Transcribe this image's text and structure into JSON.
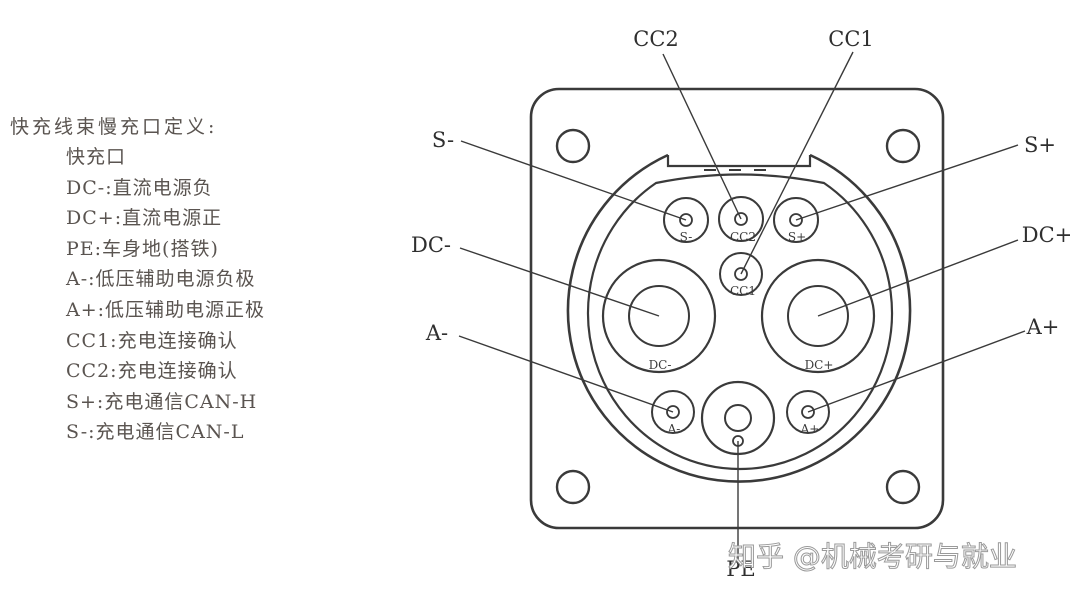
{
  "legend": {
    "heading": "快充线束慢充口定义:",
    "items": [
      "快充口",
      "DC-:直流电源负",
      "DC+:直流电源正",
      "PE:车身地(搭铁)",
      "A-:低压辅助电源负极",
      "A+:低压辅助电源正极",
      "CC1:充电连接确认",
      "CC2:充电连接确认",
      "S+:充电通信CAN-H",
      "S-:充电通信CAN-L"
    ]
  },
  "callouts": {
    "cc2": "CC2",
    "cc1": "CC1",
    "s_minus": "S-",
    "s_plus": "S+",
    "dc_minus": "DC-",
    "dc_plus": "DC+",
    "a_minus": "A-",
    "a_plus": "A+",
    "pe": "PE"
  },
  "pin_labels": {
    "s_minus": "S-",
    "cc2": "CC2",
    "s_plus": "S+",
    "cc1": "CC1",
    "dc_minus": "DC-",
    "dc_plus": "DC+",
    "a_minus": "A-",
    "a_plus": "A+"
  },
  "watermark": {
    "text": "知乎 @机械考研与就业"
  }
}
